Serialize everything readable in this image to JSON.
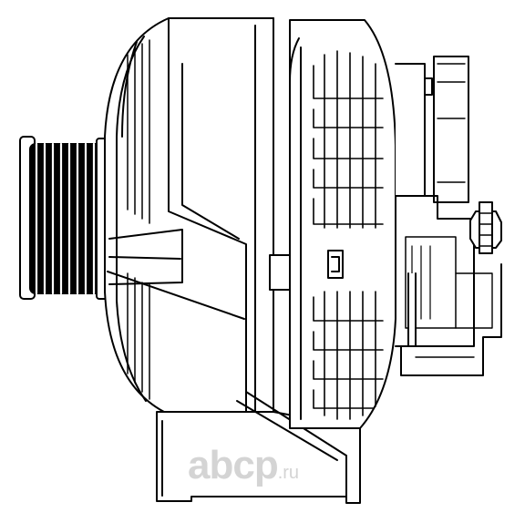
{
  "image": {
    "subject": "alternator-line-drawing",
    "colors": {
      "background": "#ffffff",
      "stroke": "#000000",
      "watermark": "#d4d4d4"
    }
  },
  "watermark": {
    "main": "abcp",
    "tld": ".ru"
  }
}
